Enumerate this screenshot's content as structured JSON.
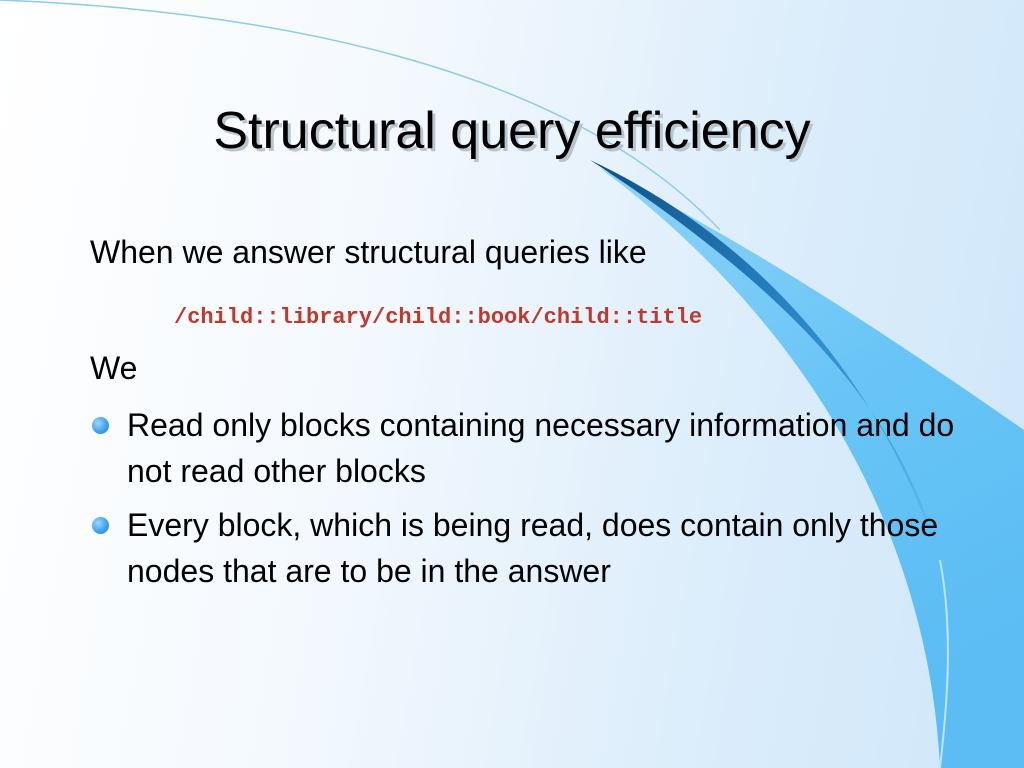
{
  "slide": {
    "title": "Structural query efficiency",
    "intro": "When we answer structural queries like",
    "query_path": "/child::library/child::book/child::title",
    "lead": "We",
    "bullets": [
      "Read only blocks containing necessary information and do not read other blocks",
      "Every block, which is being read, does contain only those nodes that are to be in the answer"
    ]
  },
  "colors": {
    "query_text": "#c0392b",
    "bullet": "#3ea3ef",
    "swoosh_dark": "#1a6aa8",
    "swoosh_light": "#6cc4f5"
  }
}
